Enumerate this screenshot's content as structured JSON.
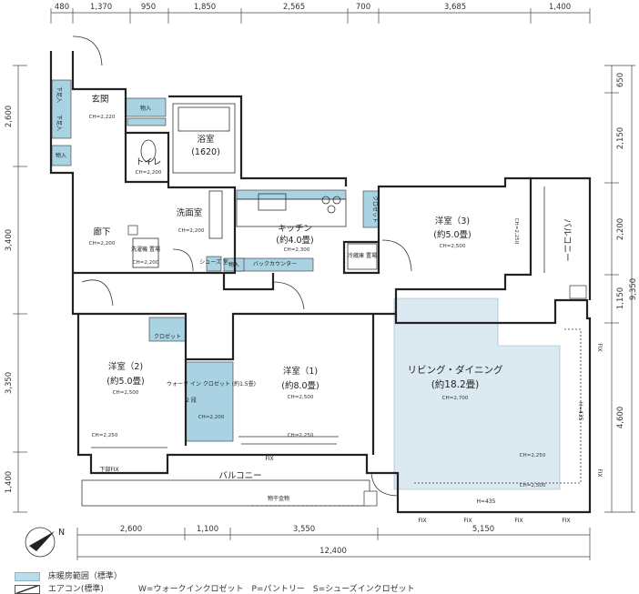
{
  "dims_top": [
    "480",
    "1,370",
    "950",
    "1,850",
    "2,565",
    "700",
    "3,685",
    "1,400"
  ],
  "dims_left": [
    "2,600",
    "3,400",
    "3,350",
    "1,400"
  ],
  "dims_right": [
    "650",
    "2,150",
    "2,200",
    "1,150",
    "4,600"
  ],
  "dim_right_total": "9,350",
  "dims_bottom": [
    "2,600",
    "1,100",
    "3,550",
    "5,150"
  ],
  "dim_bottom_total": "12,400",
  "rooms": {
    "genkan": "玄関",
    "genkan_ch": "CH=2,220",
    "monoire": "物入",
    "getabako": "下足入",
    "yokushitsu": "浴室",
    "yokushitsu_size": "(1620)",
    "toilet": "トイレ",
    "toilet_ch": "CH=2,200",
    "senmen": "洗面室",
    "senmen_ch": "CH=2,200",
    "rouka": "廊下",
    "rouka_ch": "CH=2,200",
    "sentaku": "洗濯機\n置場",
    "sentaku_ch": "CH=2,200",
    "shoes": "シューズ\n室",
    "kitchen": "キッチン",
    "kitchen_size": "(約4.0畳)",
    "kitchen_ch": "CH=2,300",
    "backcounter": "バックカウンター",
    "reizouko": "冷蔵庫\n置場",
    "closet": "クロゼット",
    "yoshitsu3": "洋室（3)",
    "yoshitsu3_size": "(約5.0畳)",
    "yoshitsu3_ch": "CH=2,500",
    "ch_2250": "CH=2,250",
    "balcony_r": "バルコニー",
    "yoshitsu2": "洋室（2)",
    "yoshitsu2_size": "(約5.0畳)",
    "yoshitsu2_ch": "CH=2,500",
    "wic": "ウォーク\nイン\nクロゼット\n(約1.5畳)",
    "wic_ch": "CH=2,200",
    "wic_side": "2\n段",
    "yoshitsu1": "洋室（1)",
    "yoshitsu1_size": "(約8.0畳)",
    "yoshitsu1_ch": "CH=2,500",
    "living": "リビング・ダイニング",
    "living_size": "(約18.2畳)",
    "living_ch": "CH=2,700",
    "living_ch2": "CH=2,250",
    "living_ch3": "CH=2,500",
    "balcony_b": "バルコニー",
    "monohoshi": "物干金物",
    "gesou": "下部FIX",
    "fix": "FIX",
    "h435": "H=435"
  },
  "north_label": "N",
  "legend": {
    "floor_heating": "床暖房範囲（標準）",
    "aircon": "エアコン(標準)",
    "abbrev": "W=ウォークインクロゼット　P=パントリー　S=シューズインクロゼット"
  },
  "colors": {
    "floor_heating": "#dbe9f1",
    "closet_fill": "#a9d3e2",
    "wall": "#222222"
  }
}
